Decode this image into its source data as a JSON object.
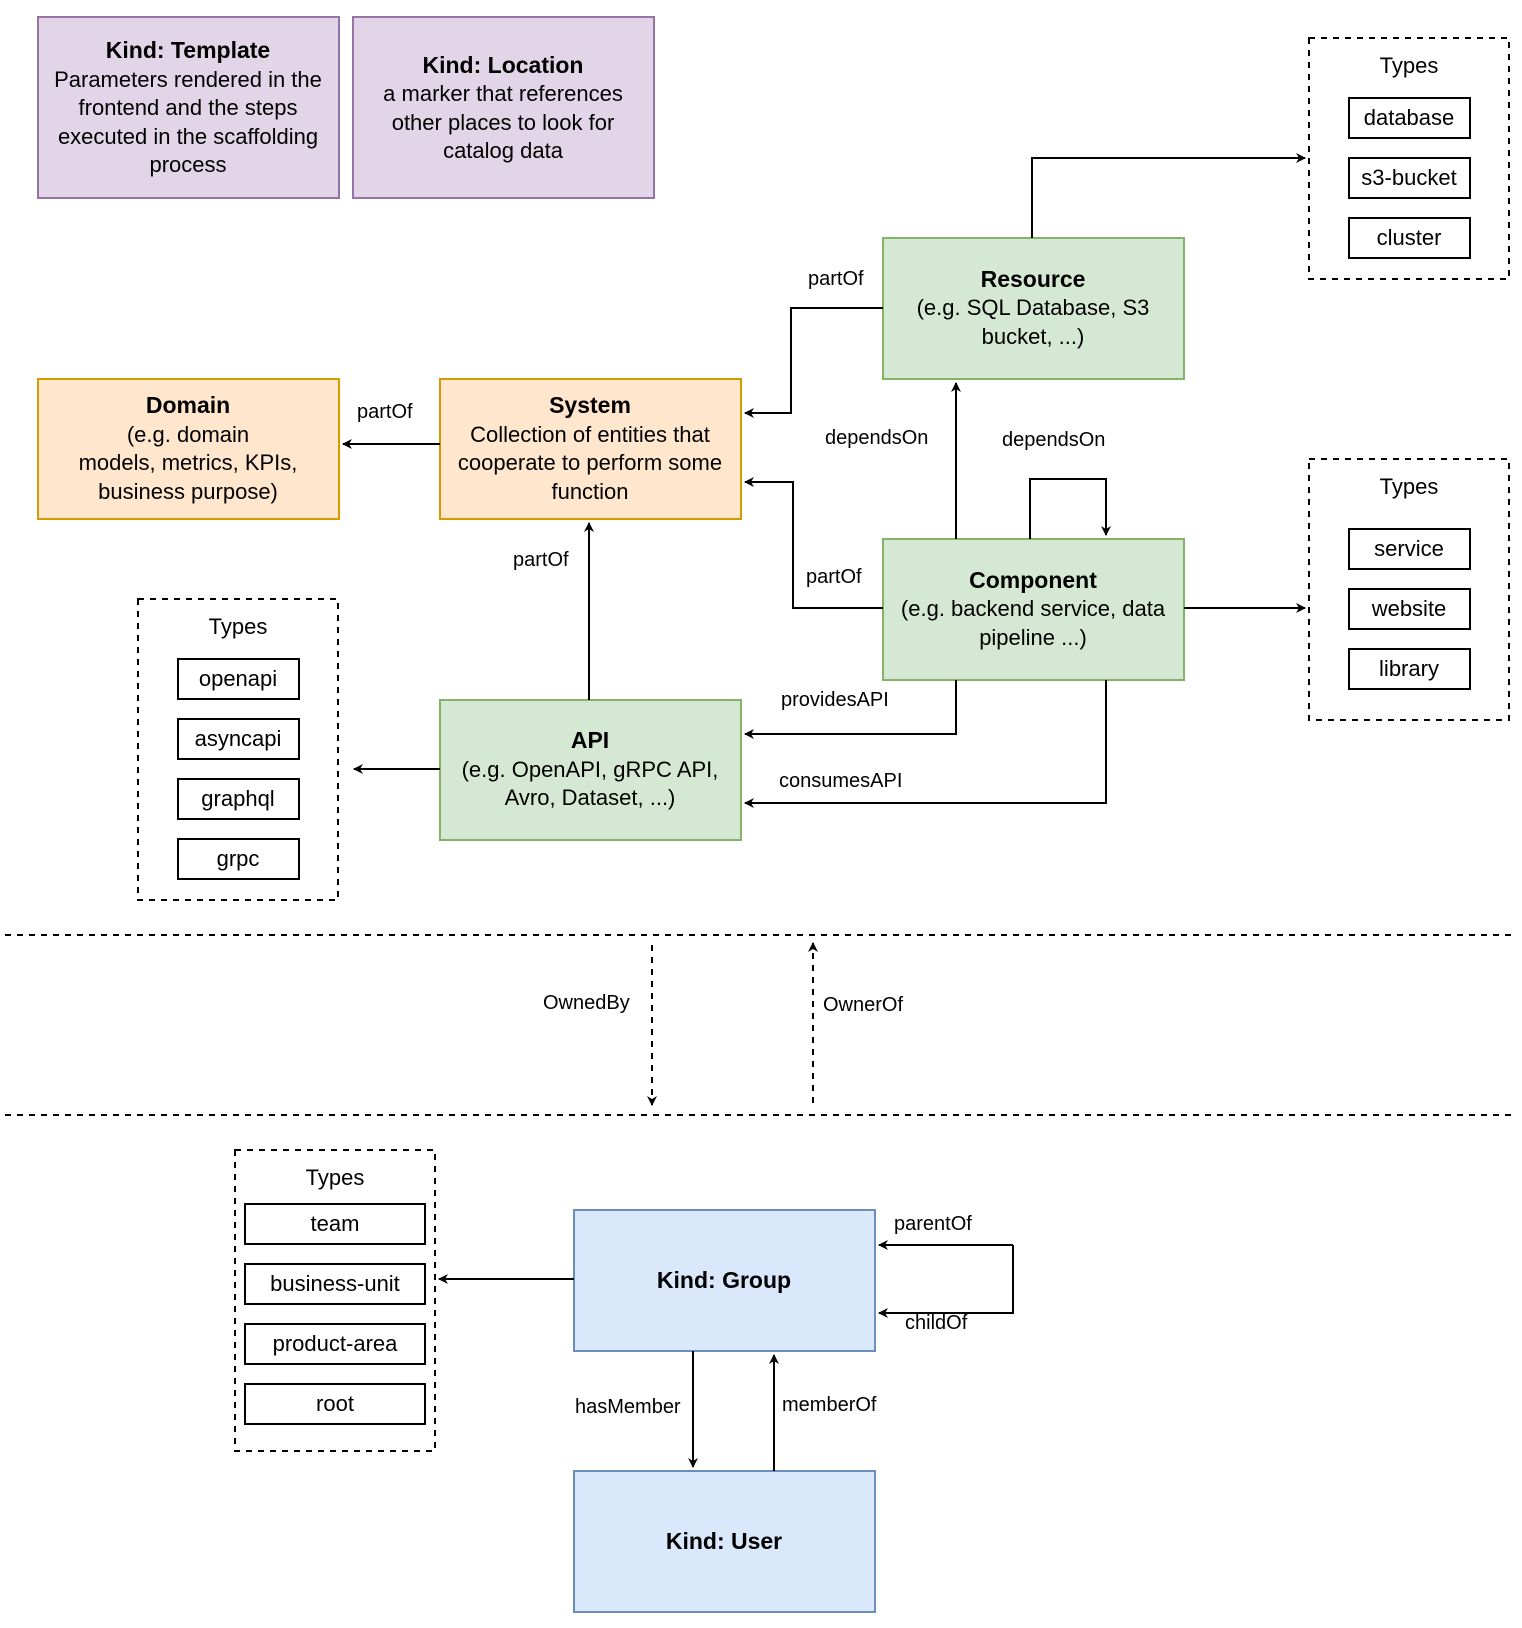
{
  "colors": {
    "purple_fill": "#e1d5e7",
    "purple_stroke": "#9673a6",
    "orange_fill": "#ffe6cc",
    "orange_stroke": "#d79b00",
    "green_fill": "#d5e8d4",
    "green_stroke": "#82b366",
    "blue_fill": "#dae8fc",
    "blue_stroke": "#6c8ebf"
  },
  "nodes": {
    "template": {
      "title": "Kind: Template",
      "lines": [
        "Parameters rendered in the",
        "frontend and the steps",
        "executed in  the scaffolding",
        "process"
      ]
    },
    "location": {
      "title": "Kind: Location",
      "lines": [
        "a marker that references",
        "other places to look for",
        "catalog data"
      ]
    },
    "resource": {
      "title": "Resource",
      "lines": [
        "(e.g. SQL Database, S3",
        "bucket, ...)"
      ]
    },
    "domain": {
      "title": "Domain",
      "lines": [
        "(e.g.  domain",
        "models, metrics, KPIs,",
        "business purpose)"
      ]
    },
    "system": {
      "title": "System",
      "lines": [
        "Collection of entities that",
        "cooperate to perform some",
        "function"
      ]
    },
    "component": {
      "title": "Component",
      "lines": [
        "(e.g. backend service, data",
        "pipeline ...)"
      ]
    },
    "api": {
      "title": "API",
      "lines": [
        "(e.g. OpenAPI, gRPC API,",
        "Avro, Dataset, ...)"
      ]
    },
    "group": {
      "title": "Kind: Group",
      "lines": []
    },
    "user": {
      "title": "Kind: User",
      "lines": []
    }
  },
  "types_groups": {
    "resource_types": {
      "title": "Types",
      "items": [
        "database",
        "s3-bucket",
        "cluster"
      ]
    },
    "component_types": {
      "title": "Types",
      "items": [
        "service",
        "website",
        "library"
      ]
    },
    "api_types": {
      "title": "Types",
      "items": [
        "openapi",
        "asyncapi",
        "graphql",
        "grpc"
      ]
    },
    "group_types": {
      "title": "Types",
      "items": [
        "team",
        "business-unit",
        "product-area",
        "root"
      ]
    }
  },
  "edge_labels": {
    "resource_partof": "partOf",
    "system_partof_domain": "partOf",
    "component_dependson_resource": "dependsOn",
    "component_dependson_self": "dependsOn",
    "component_partof": "partOf",
    "api_partof": "partOf",
    "providesapi": "providesAPI",
    "consumesapi": "consumesAPI",
    "ownedby": "OwnedBy",
    "ownerof": "OwnerOf",
    "parentof": "parentOf",
    "childof": "childOf",
    "hasmember": "hasMember",
    "memberof": "memberOf"
  }
}
